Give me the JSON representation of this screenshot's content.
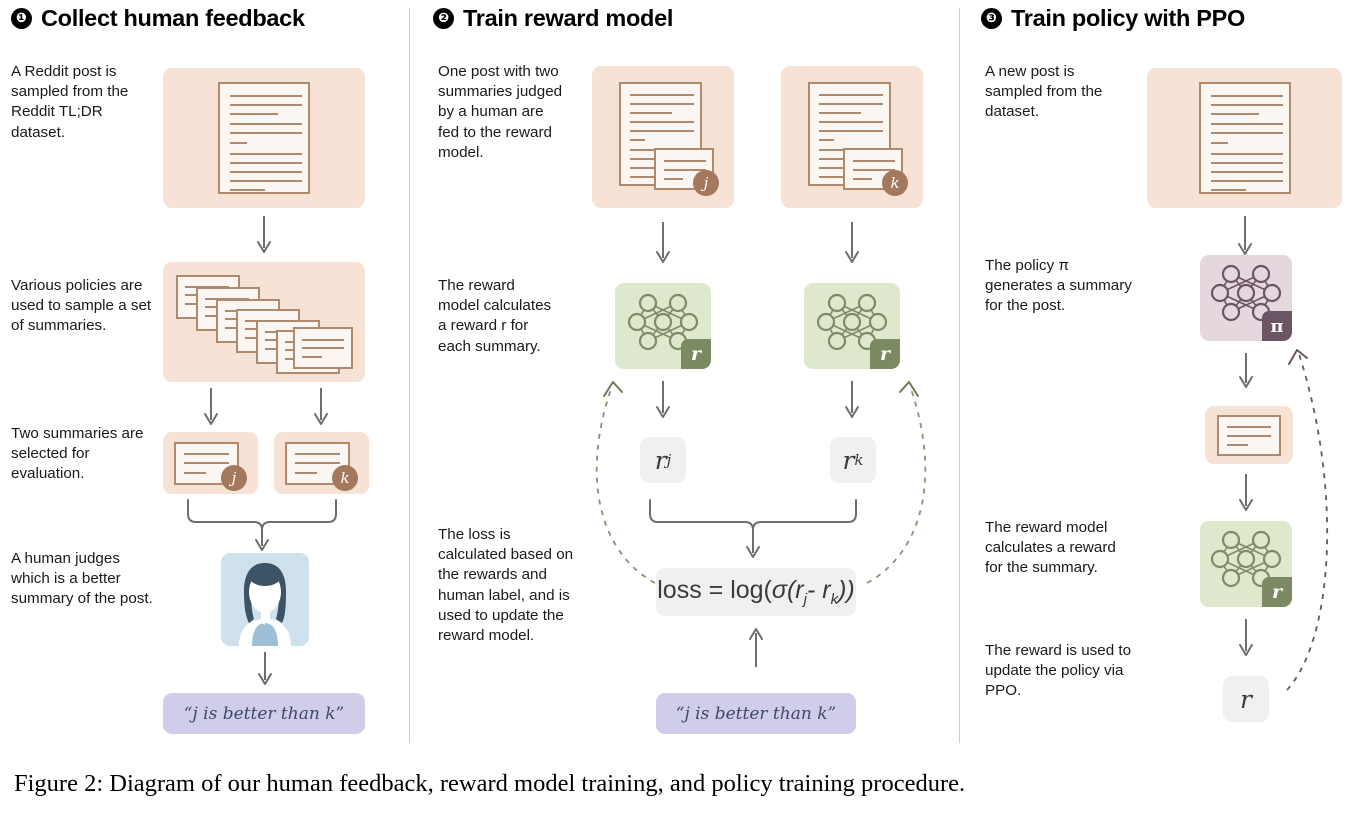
{
  "figure": {
    "caption": "Figure 2: Diagram of our human feedback, reward model training, and policy training procedure."
  },
  "colors": {
    "peach": "#F7E3D6",
    "doc_fill": "#FCF7F3",
    "doc_stroke": "#B08A6C",
    "green": "#DEE8CD",
    "green_badge": "#7C8A64",
    "nn_green": "#7E8B66",
    "mauve": "#E4D8DE",
    "mauve_badge": "#6B5463",
    "nn_mauve": "#6B5463",
    "blue": "#CFE1EC",
    "hair": "#3D5366",
    "shirt": "#9DC0D6",
    "lavender": "#CFCDEA",
    "lavender_text": "#3E4A66",
    "grey_tile": "#F0F0F0",
    "arrow": "#6E6E6E",
    "round_badge": "#A4785C",
    "rule": "#CFCFCF"
  },
  "columns": [
    {
      "number": "❶",
      "title": "Collect human feedback",
      "steps": [
        {
          "text": "A Reddit post is sampled from the Reddit TL;DR dataset."
        },
        {
          "text": "Various policies are used to sample a set of summaries."
        },
        {
          "text": "Two summaries are selected for evaluation."
        },
        {
          "text": "A human judges which is a better summary of the post."
        }
      ],
      "nodes": {
        "post_card": "reddit-post",
        "summaries_stack": "set-of-summaries",
        "summary_j_badge": "j",
        "summary_k_badge": "k",
        "human": "human-judge",
        "verdict": "“j is better than k”"
      }
    },
    {
      "number": "❷",
      "title": "Train reward model",
      "steps": [
        {
          "text": "One post with two summaries judged by a human are fed to the reward model."
        },
        {
          "text": "The reward model calculates a reward r for each summary."
        },
        {
          "text": "The loss is calculated based on the rewards and human label, and is used to update the reward model."
        }
      ],
      "nodes": {
        "post_with_summary_j_badge": "j",
        "post_with_summary_k_badge": "k",
        "reward_model_badge": "r",
        "reward_j": "r",
        "reward_j_sub": "j",
        "reward_k": "r",
        "reward_k_sub": "k",
        "loss_prefix": "loss = log(",
        "loss_sigma": "σ",
        "loss_open": "(",
        "loss_rj": "r",
        "loss_rj_sub": "j",
        "loss_minus": "-",
        "loss_rk": "r",
        "loss_rk_sub": "k",
        "loss_close": "))",
        "loss_full": "loss = log(σ(rj - rk))",
        "human_label": "“j is better than k”"
      }
    },
    {
      "number": "❸",
      "title": "Train policy with PPO",
      "steps": [
        {
          "text": "A new post is sampled from the dataset."
        },
        {
          "text": "The policy π generates a summary for the post."
        },
        {
          "text": "The reward model calculates a reward for the summary."
        },
        {
          "text": "The reward is used to update the policy via PPO."
        }
      ],
      "nodes": {
        "post_card": "new-post",
        "policy_badge": "π",
        "generated_summary": "summary",
        "reward_model_badge": "r",
        "reward_value": "r"
      }
    }
  ]
}
